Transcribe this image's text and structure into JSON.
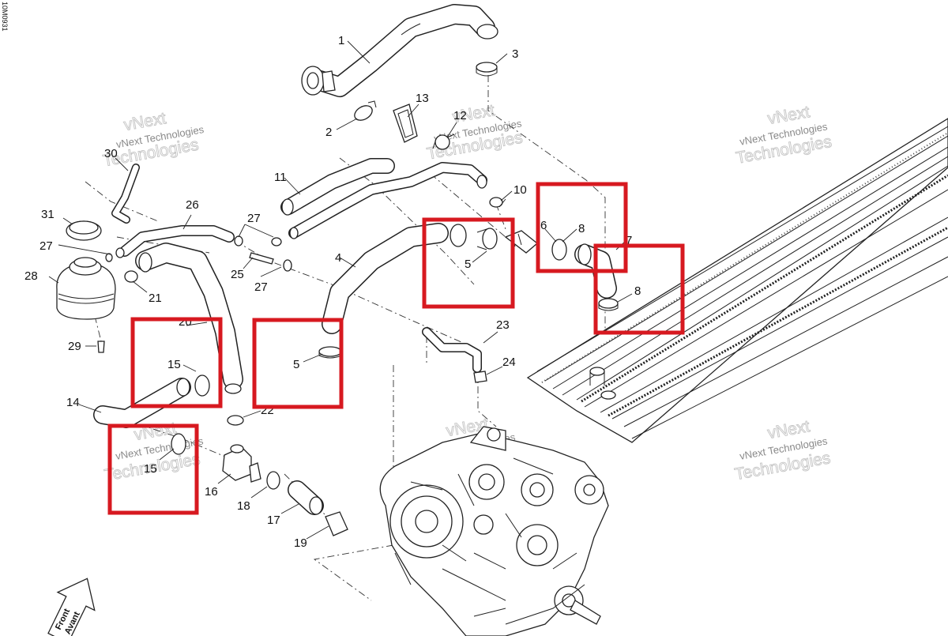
{
  "document_id": "10M0931",
  "accent_color": "#d71920",
  "front_label": {
    "line1": "Front",
    "line2": "Avant"
  },
  "watermark": {
    "line1": "vNext Technologies",
    "line2": "vNext",
    "line3": "Technologies"
  },
  "callouts": [
    {
      "id": "c1",
      "number": "1"
    },
    {
      "id": "c2",
      "number": "2"
    },
    {
      "id": "c3",
      "number": "3"
    },
    {
      "id": "c4",
      "number": "4"
    },
    {
      "id": "c5a",
      "number": "5"
    },
    {
      "id": "c5b",
      "number": "5"
    },
    {
      "id": "c6",
      "number": "6"
    },
    {
      "id": "c7",
      "number": "7"
    },
    {
      "id": "c8a",
      "number": "8"
    },
    {
      "id": "c8b",
      "number": "8"
    },
    {
      "id": "c10",
      "number": "10"
    },
    {
      "id": "c11",
      "number": "11"
    },
    {
      "id": "c12",
      "number": "12"
    },
    {
      "id": "c13",
      "number": "13"
    },
    {
      "id": "c14",
      "number": "14"
    },
    {
      "id": "c15a",
      "number": "15"
    },
    {
      "id": "c15b",
      "number": "15"
    },
    {
      "id": "c16",
      "number": "16"
    },
    {
      "id": "c17",
      "number": "17"
    },
    {
      "id": "c18",
      "number": "18"
    },
    {
      "id": "c19",
      "number": "19"
    },
    {
      "id": "c20",
      "number": "20"
    },
    {
      "id": "c21",
      "number": "21"
    },
    {
      "id": "c22",
      "number": "22"
    },
    {
      "id": "c23",
      "number": "23"
    },
    {
      "id": "c24",
      "number": "24"
    },
    {
      "id": "c25",
      "number": "25"
    },
    {
      "id": "c26",
      "number": "26"
    },
    {
      "id": "c27a",
      "number": "27"
    },
    {
      "id": "c27b",
      "number": "27"
    },
    {
      "id": "c27c",
      "number": "27"
    },
    {
      "id": "c28",
      "number": "28"
    },
    {
      "id": "c29",
      "number": "29"
    },
    {
      "id": "c30",
      "number": "30"
    },
    {
      "id": "c31",
      "number": "31"
    }
  ],
  "highlight_boxes": [
    {
      "id": "hl-5-upper",
      "part": "5"
    },
    {
      "id": "hl-8-left",
      "part": "8"
    },
    {
      "id": "hl-8-right",
      "part": "8"
    },
    {
      "id": "hl-15-upper",
      "part": "15"
    },
    {
      "id": "hl-5-lower",
      "part": "5"
    },
    {
      "id": "hl-15-lower",
      "part": "15"
    }
  ]
}
